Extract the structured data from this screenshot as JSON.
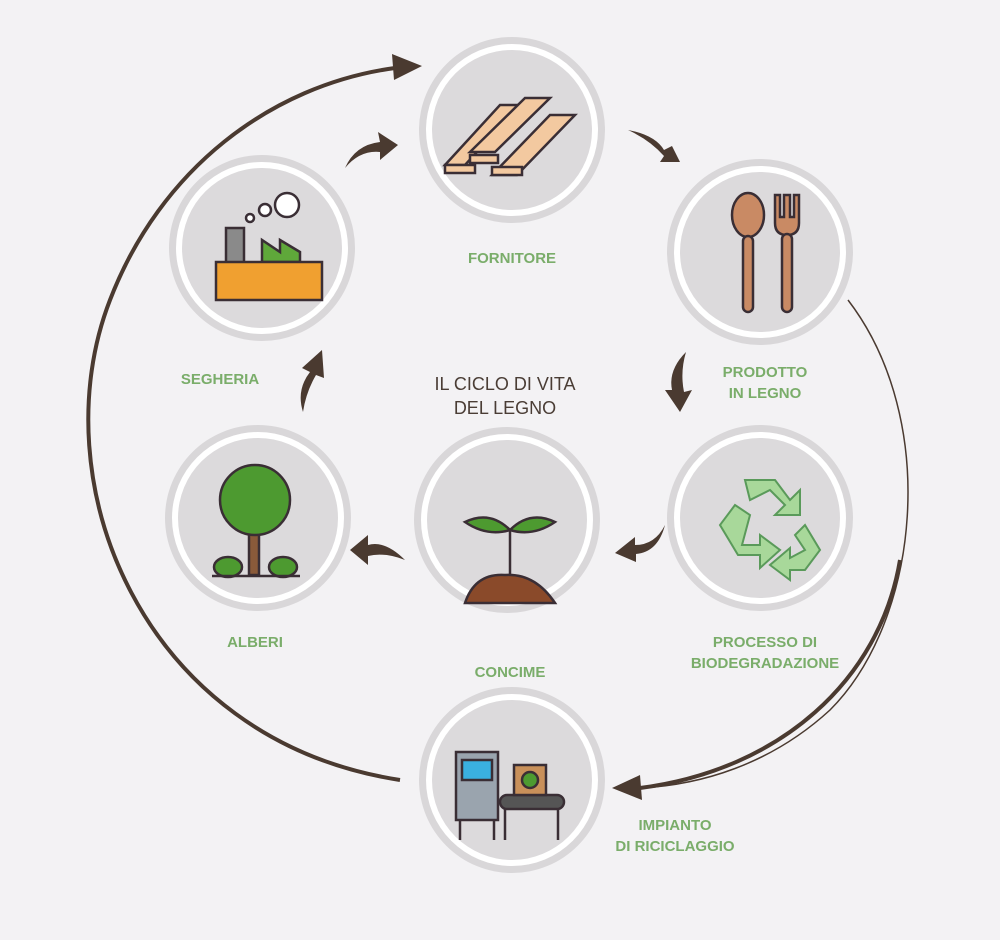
{
  "title": "IL CICLO DI VITA\nDEL LEGNO",
  "stages": [
    {
      "id": "fornitore",
      "label": "FORNITORE",
      "icon": "wood-planks-icon"
    },
    {
      "id": "prodotto",
      "label": "PRODOTTO\nIN LEGNO",
      "icon": "wooden-cutlery-icon"
    },
    {
      "id": "processo",
      "label": "PROCESSO DI\nBIODEGRADAZIONE",
      "icon": "recycle-icon"
    },
    {
      "id": "concime",
      "label": "CONCIME",
      "icon": "sprout-soil-icon"
    },
    {
      "id": "alberi",
      "label": "ALBERI",
      "icon": "tree-icon"
    },
    {
      "id": "segheria",
      "label": "SEGHERIA",
      "icon": "sawmill-factory-icon"
    },
    {
      "id": "impianto",
      "label": "IMPIANTO\nDI RICICLAGGIO",
      "icon": "recycling-plant-icon"
    }
  ],
  "colors": {
    "label": "#7aad6a",
    "arrow": "#4a3a30",
    "circle": "#dcdadc",
    "background": "#f3f2f4"
  }
}
